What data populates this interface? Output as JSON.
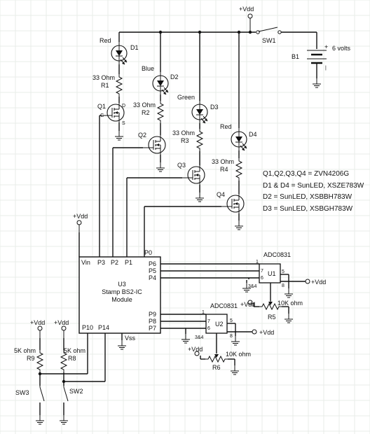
{
  "labels": {
    "vdd_top": "+Vdd",
    "sw1": "SW1",
    "b1": "B1",
    "six_volts": "6 volts",
    "batt_plus": "+",
    "batt_minus": "|",
    "d1_color": "Red",
    "d1": "D1",
    "r1_val": "33 Ohm",
    "r1": "R1",
    "d2_color": "Blue",
    "d2": "D2",
    "r2_val": "33 Ohm",
    "r2": "R2",
    "d3_color": "Green",
    "d3": "D3",
    "r3_val": "33 Ohm",
    "r3": "R3",
    "d4_color": "Red",
    "d4": "D4",
    "r4_val": "33 Ohm",
    "r4": "R4",
    "q1": "Q1",
    "q1_d": "D",
    "q1_g": "G",
    "q1_s": "S",
    "q2": "Q2",
    "q3": "Q3",
    "q4": "Q4",
    "note1": "Q1,Q2,Q3,Q4 = ZVN4206G",
    "note2": "D1 & D4 = SunLED, XSZE783W",
    "note3": "D2 = SunLED, XSBBH783W",
    "note4": "D3 = SunLED, XSBGH783W",
    "vdd_vin": "+Vdd",
    "u3_vin": "Vin",
    "u3_p3": "P3",
    "u3_p2": "P2",
    "u3_p1": "P1",
    "u3_p0": "P0",
    "u3_p6": "P6",
    "u3_p5": "P5",
    "u3_p4": "P4",
    "u3_name": "U3",
    "u3_desc1": "Stamp BS2-IC",
    "u3_desc2": "Module",
    "u3_p9": "P9",
    "u3_p8": "P8",
    "u3_p7": "P7",
    "u3_p10": "P10",
    "u3_p14": "P14",
    "u3_vss": "Vss",
    "adc1": "ADC0831",
    "u1": "U1",
    "u1_pin1": "1",
    "u1_pin7": "7",
    "u1_pin6": "6",
    "u1_pin5": "5",
    "u1_pin8": "8",
    "u1_pin34": "3&4",
    "vdd_u1": "+Vdd",
    "vdd_r5": "+Vdd",
    "r5_val": "10K ohm",
    "r5": "R5",
    "adc2": "ADC0831",
    "u2": "U2",
    "u2_pin1": "1",
    "u2_pin7": "7",
    "u2_pin6": "6",
    "u2_pin5": "5",
    "u2_pin8": "8",
    "u2_pin34": "3&4",
    "vdd_u2": "+Vdd",
    "vdd_r6": "+Vdd",
    "r6_val": "10K ohm",
    "r6": "R6",
    "vdd_r9": "+Vdd",
    "vdd_r8": "+Vdd",
    "r9_val": "5K ohm",
    "r9": "R9",
    "r8_val": "5K ohm",
    "r8": "R8",
    "sw3": "SW3",
    "sw2": "SW2"
  }
}
